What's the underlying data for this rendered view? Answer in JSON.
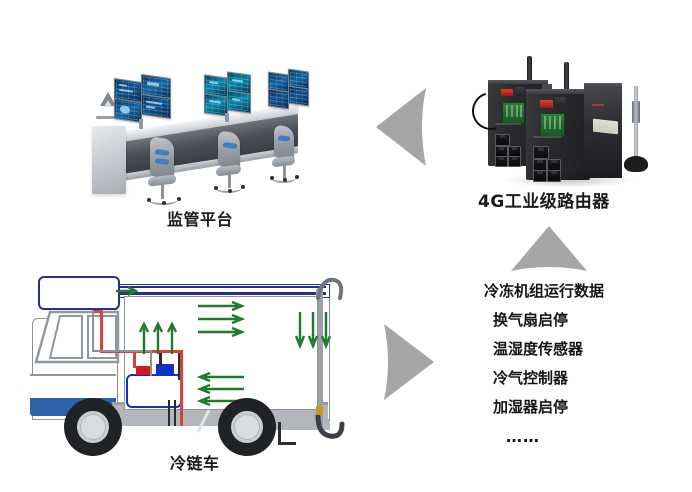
{
  "page": {
    "background": "#ffffff",
    "title": "4G工业级路由器冷链车监控拓扑图"
  },
  "nodes": {
    "platform": {
      "caption": "监管平台",
      "icon": "control-room-workstations",
      "workstation_count": 3,
      "monitor_color": "#14528c",
      "chair_accent": "#3f7fbf"
    },
    "router": {
      "caption": "4G工业级路由器",
      "icon": "industrial-router",
      "device_count": 2,
      "body_color": "#2a2b2e",
      "terminal_color": "#2f7a3a",
      "indicator_color": "#e03b2a",
      "antenna_count": 2
    },
    "truck": {
      "caption": "冷链车",
      "icon": "refrigerated-truck",
      "body_color": "#ffffff",
      "chassis_color": "#b3b7bb",
      "cab_stripe_color": "#2d62a8",
      "condenser_color": "#2b2f86",
      "evaporator_color": "#1430c8",
      "refrigerant_pipe_color": "#d4443c",
      "airflow_color": "#1f7a2e",
      "airflow_groups": [
        {
          "name": "cab-roof-outlet",
          "direction": "right",
          "count": 1
        },
        {
          "name": "front-cargo-vertical",
          "direction": "up",
          "count": 3
        },
        {
          "name": "upper-cargo-horizontal",
          "direction": "right",
          "count": 3
        },
        {
          "name": "rear-cargo-vertical",
          "direction": "down",
          "count": 3
        },
        {
          "name": "lower-cargo-horizontal",
          "direction": "left",
          "count": 3
        }
      ]
    }
  },
  "arrows": {
    "color": "#a6a6a6",
    "items": [
      {
        "name": "platform-from-router",
        "direction": "left"
      },
      {
        "name": "router-from-truck-data",
        "direction": "up"
      },
      {
        "name": "truck-to-router",
        "direction": "right"
      }
    ]
  },
  "datalist": {
    "items": [
      "冷冻机组运行数据",
      "换气扇启停",
      "温湿度传感器",
      "冷气控制器",
      "加湿器启停",
      "……"
    ]
  }
}
